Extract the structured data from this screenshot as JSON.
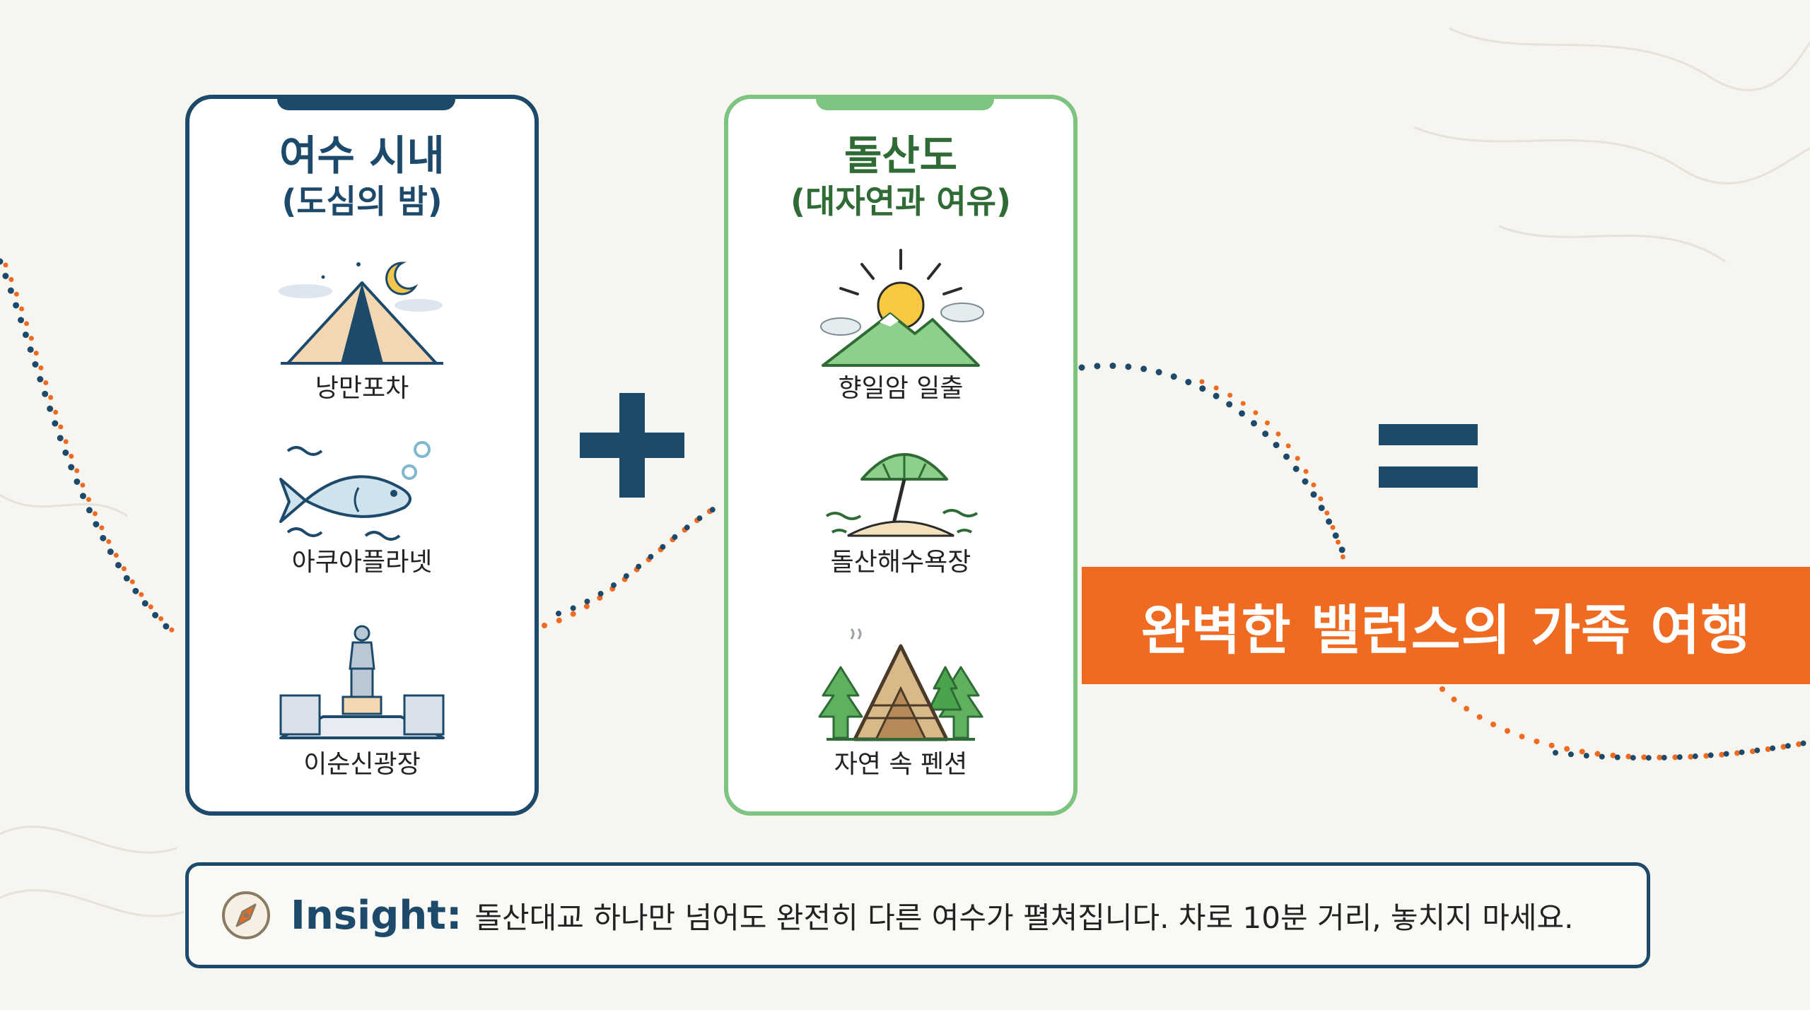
{
  "left_card": {
    "title": "여수 시내",
    "subtitle": "(도심의 밤)",
    "items": [
      {
        "label": "낭만포차",
        "icon": "tent-icon"
      },
      {
        "label": "아쿠아플라넷",
        "icon": "fish-icon"
      },
      {
        "label": "이순신광장",
        "icon": "statue-icon"
      }
    ]
  },
  "right_card": {
    "title": "돌산도",
    "subtitle": "(대자연과 여유)",
    "items": [
      {
        "label": "향일암 일출",
        "icon": "sunrise-icon"
      },
      {
        "label": "돌산해수욕장",
        "icon": "beach-umbrella-icon"
      },
      {
        "label": "자연 속 펜션",
        "icon": "cabin-icon"
      }
    ]
  },
  "operators": {
    "plus": "plus-icon",
    "equals": "equals-icon"
  },
  "result": {
    "text": "완벽한 밸런스의 가족 여행"
  },
  "insight": {
    "key": "Insight:",
    "text": "돌산대교 하나만 넘어도 완전히 다른 여수가 펼쳐집니다. 차로 10분 거리, 놓치지 마세요.",
    "icon": "compass-icon"
  },
  "colors": {
    "navy": "#1d4a6b",
    "green": "#7cc47f",
    "dark_green": "#2f6b34",
    "orange": "#ef6b22",
    "background": "#f6f5f0"
  }
}
